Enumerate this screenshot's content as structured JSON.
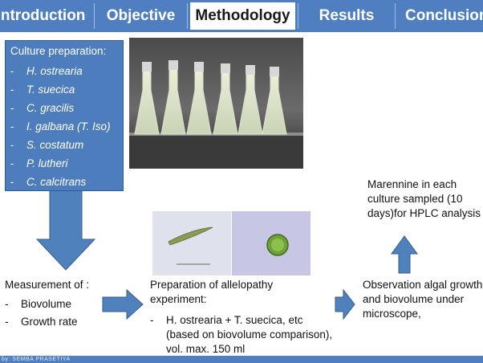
{
  "nav": {
    "tabs": [
      {
        "label": "Introduction",
        "active": false
      },
      {
        "label": "Objective",
        "active": false
      },
      {
        "label": "Methodology",
        "active": true
      },
      {
        "label": "Results",
        "active": false
      },
      {
        "label": "Conclusion",
        "active": false
      }
    ]
  },
  "culture_box": {
    "title": "Culture preparation:",
    "items": [
      "H. ostrearia",
      "T. suecica",
      "C. gracilis",
      "I. galbana (T. Iso)",
      "S. costatum",
      "P. lutheri",
      "C. calcitrans"
    ],
    "bullet": "-"
  },
  "measurement": {
    "title": "Measurement of :",
    "items": [
      "Biovolume",
      "Growth rate"
    ]
  },
  "allelopathy": {
    "title": "Preparation of allelopathy experiment:",
    "item": "H. ostrearia + T. suecica, etc (based on biovolume comparison), vol. max. 150 ml"
  },
  "observation": {
    "text": "Observation algal growth and biovolume under microscope,"
  },
  "marennine": {
    "text": "Marennine in each culture sampled (10 days)for HPLC analysis"
  },
  "footer": {
    "text": "by: SEMBA PRASETIYA"
  },
  "colors": {
    "accent": "#4f7fc0",
    "box_fill": "#4d7dbd",
    "arrow_fill": "#4f81bd",
    "arrow_stroke": "#385d8a"
  }
}
